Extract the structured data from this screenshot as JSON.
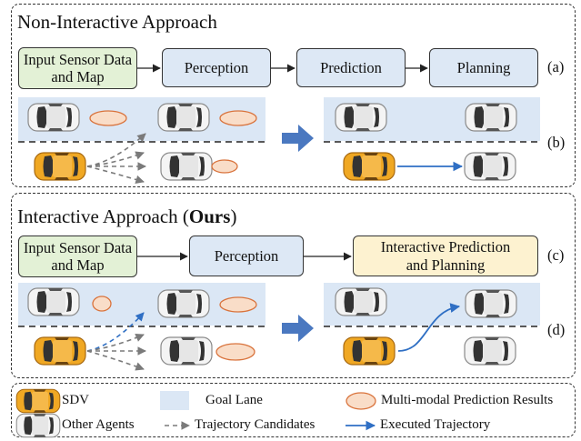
{
  "colors": {
    "sdv": "#f0a823",
    "other_agent": "#f2f2f2",
    "goal_lane": "#dbe7f5",
    "prediction": "#f9ddc8",
    "prediction_stroke": "#d9733c",
    "executed": "#2f6fc4",
    "candidate": "#7a7a7a",
    "big_arrow": "#4a78c0",
    "input_box": "#e3f1d6",
    "stage_box": "#dde8f5",
    "interactive_box": "#fdf2d0"
  },
  "non_interactive": {
    "title": "Non-Interactive Approach",
    "input_box": "Input Sensor Data and Map",
    "perception": "Perception",
    "prediction": "Prediction",
    "planning": "Planning",
    "label_a": "(a)",
    "label_b": "(b)"
  },
  "interactive": {
    "title_prefix": "Interactive Approach (",
    "title_bold": "Ours",
    "title_suffix": ")",
    "input_box": "Input Sensor Data and Map",
    "perception": "Perception",
    "pred_plan": "Interactive Prediction and Planning",
    "label_c": "(c)",
    "label_d": "(d)"
  },
  "legend": {
    "sdv": "SDV",
    "goal_lane": "Goal Lane",
    "multimodal": "Multi-modal Prediction Results",
    "other_agents": "Other Agents",
    "candidates": "Trajectory Candidates",
    "executed": "Executed Trajectory",
    "sdv_icon": "sdv-car-icon",
    "other_icon": "other-agent-car-icon"
  }
}
